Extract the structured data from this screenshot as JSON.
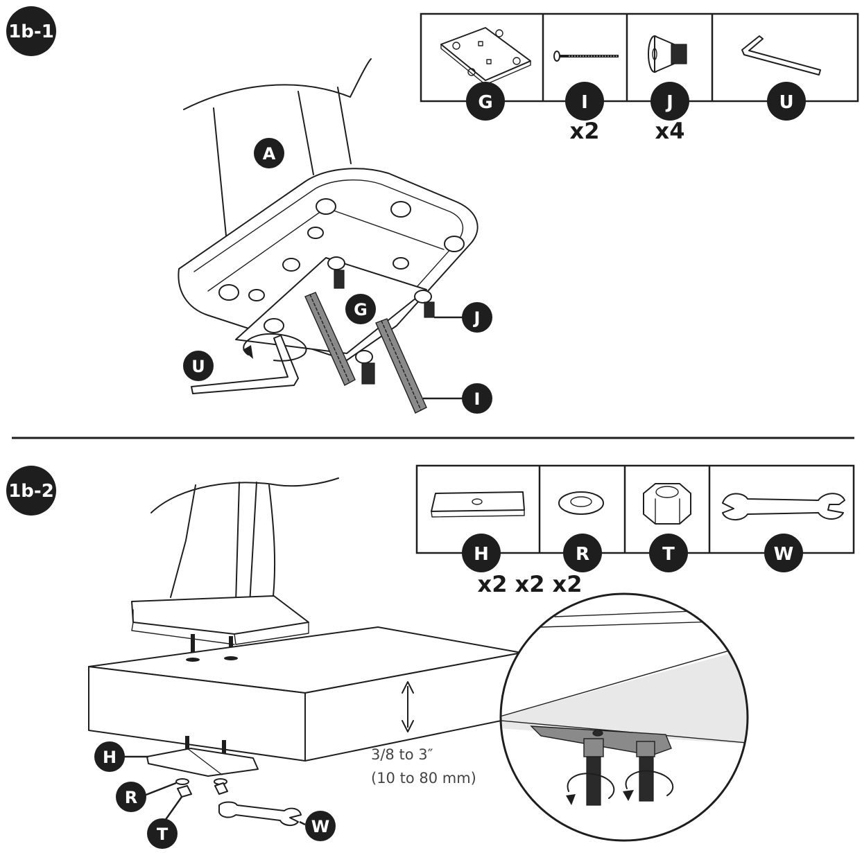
{
  "steps": {
    "step1": {
      "label": "1b-1"
    },
    "step2": {
      "label": "1b-2"
    }
  },
  "parts_row_1": [
    {
      "id": "G",
      "qty": ""
    },
    {
      "id": "I",
      "qty": "x2"
    },
    {
      "id": "J",
      "qty": "x4"
    },
    {
      "id": "U",
      "qty": ""
    }
  ],
  "parts_row_2": [
    {
      "id": "H",
      "qty": "x2"
    },
    {
      "id": "R",
      "qty": "x2"
    },
    {
      "id": "T",
      "qty": "x2"
    },
    {
      "id": "W",
      "qty": ""
    }
  ],
  "callouts_step1": {
    "a": "A",
    "g": "G",
    "j": "J",
    "u": "U",
    "i": "I"
  },
  "callouts_step2": {
    "h": "H",
    "r": "R",
    "t": "T",
    "w": "W"
  },
  "dimension": {
    "imperial": "3/8 to 3″",
    "metric": "(10 to 80 mm)"
  },
  "colors": {
    "label_fill": "#1e1e1e",
    "label_text": "#ffffff",
    "line": "#1e1e1e"
  }
}
